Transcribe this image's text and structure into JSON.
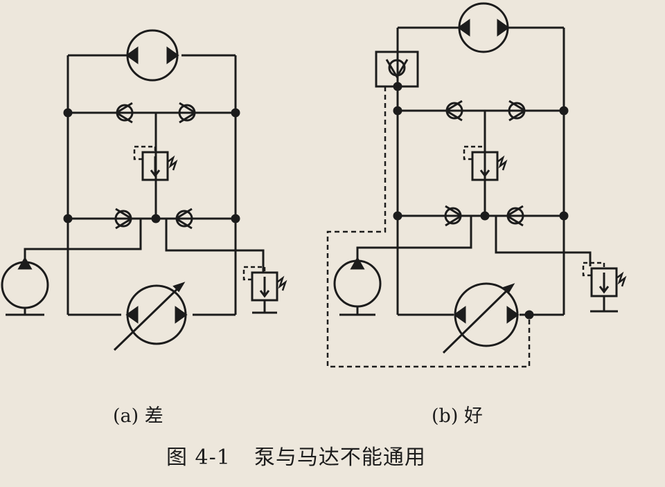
{
  "figure": {
    "number": "图 4-1",
    "title": "泵与马达不能通用"
  },
  "panels": [
    {
      "id": "a",
      "caption": "(a) 差"
    },
    {
      "id": "b",
      "caption": "(b) 好"
    }
  ],
  "colors": {
    "ink": "#1c1c1c",
    "paper": "#ede7dc"
  }
}
